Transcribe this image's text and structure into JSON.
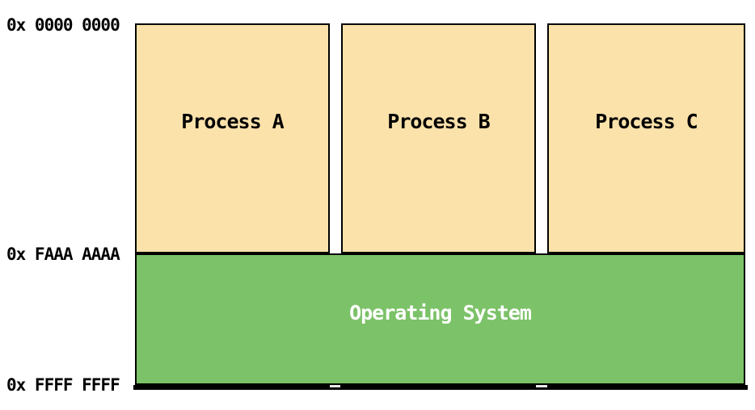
{
  "colors": {
    "process_fill": "#FBE2AA",
    "os_fill": "#7CC268",
    "border": "#000000",
    "os_text": "#FFFFFF",
    "notch": "#E8E8E8"
  },
  "address_labels": [
    {
      "text": "0x 0000 0000"
    },
    {
      "text": "0x FAAA AAAA"
    },
    {
      "text": "0x FFFF FFFF"
    }
  ],
  "processes": [
    {
      "label": "Process A"
    },
    {
      "label": "Process B"
    },
    {
      "label": "Process C"
    }
  ],
  "os": {
    "label": "Operating System"
  }
}
